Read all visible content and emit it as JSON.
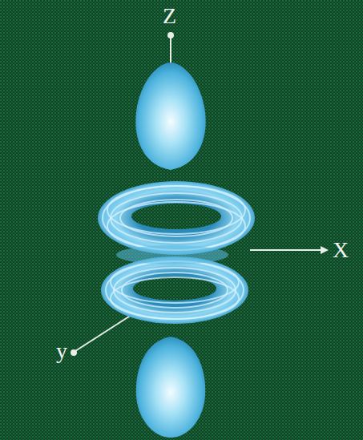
{
  "diagram": {
    "labels": [
      "Z",
      "X",
      "y"
    ]
  }
}
